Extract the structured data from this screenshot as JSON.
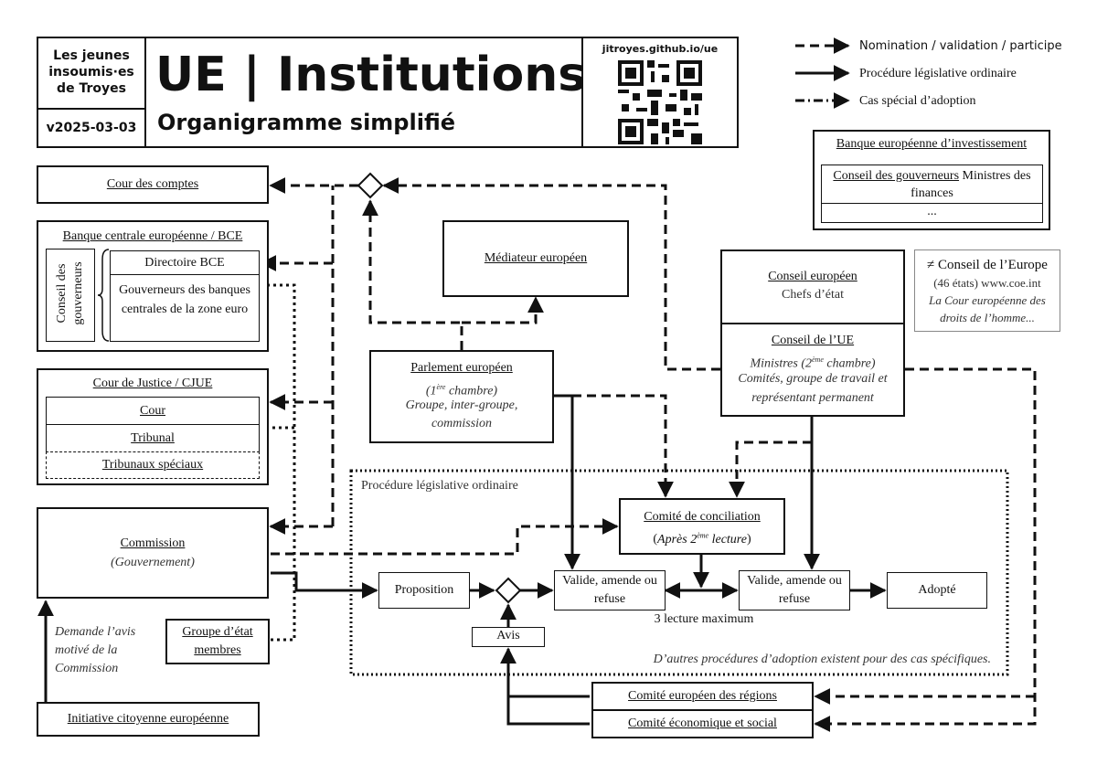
{
  "header": {
    "org": "Les jeunes insoumis·es de Troyes",
    "version": "v2025-03-03",
    "title": "UE | Institutions",
    "subtitle": "Organigramme simplifié",
    "url": "jitroyes.github.io/ue"
  },
  "legend": {
    "dashed": "Nomination / validation / participe",
    "solid": "Procédure législative ordinaire",
    "dashdot": "Cas spécial d’adoption"
  },
  "bei": {
    "title": "Banque européenne d’investissement",
    "governors_label": "Conseil des gouverneurs",
    "governors_desc": "Ministres des finances",
    "more": "..."
  },
  "coe": {
    "title": "≠ Conseil de l’Europe",
    "line1": "(46 états) www.coe.int",
    "line2": "La Cour européenne des droits de l’homme..."
  },
  "cour_comptes": "Cour des comptes",
  "bce": {
    "title": "Banque centrale européenne / BCE",
    "governing_council": "Conseil des gouverneurs",
    "directoire": "Directoire BCE",
    "gouverneurs": "Gouverneurs des banques centrales de la zone euro"
  },
  "cjue": {
    "title": "Cour de Justice / CJUE",
    "cour": "Cour",
    "tribunal": "Tribunal",
    "speciaux": "Tribunaux spéciaux"
  },
  "commission": {
    "title": "Commission",
    "desc": "(Gouvernement)"
  },
  "groupe_etat": "Groupe d’état membres",
  "demande": "Demande l’avis motivé de la Commission",
  "ice": "Initiative citoyenne européenne",
  "mediateur": "Médiateur européen",
  "parlement": {
    "title": "Parlement européen",
    "chamber_pre": "(1",
    "chamber_sup": "ère",
    "chamber_post": " chambre)",
    "desc": "Groupe, inter-groupe, commission"
  },
  "conseil_europeen": {
    "title": "Conseil européen",
    "desc": "Chefs d’état"
  },
  "conseil_ue": {
    "title": "Conseil de l’UE",
    "chamber_pre": "Ministres (2",
    "chamber_sup": "ème",
    "chamber_post": " chambre)",
    "desc": "Comités, groupe de travail et représentant permanent"
  },
  "procedure": {
    "label": "Procédure législative ordinaire",
    "note": "D’autres procédures d’adoption existent pour des cas spécifiques.",
    "proposition": "Proposition",
    "avis": "Avis",
    "valide1": "Valide, amende ou refuse",
    "valide2": "Valide, amende ou refuse",
    "adopte": "Adopté",
    "lecture_max": "3 lecture maximum",
    "conciliation_title": "Comité de conciliation",
    "conciliation_pre": "(",
    "conciliation_a": "Après 2",
    "conciliation_sup": "ème",
    "conciliation_b": " lecture",
    "conciliation_post": ")"
  },
  "comite_regions": "Comité européen des régions",
  "comite_eco": "Comité économique et social"
}
